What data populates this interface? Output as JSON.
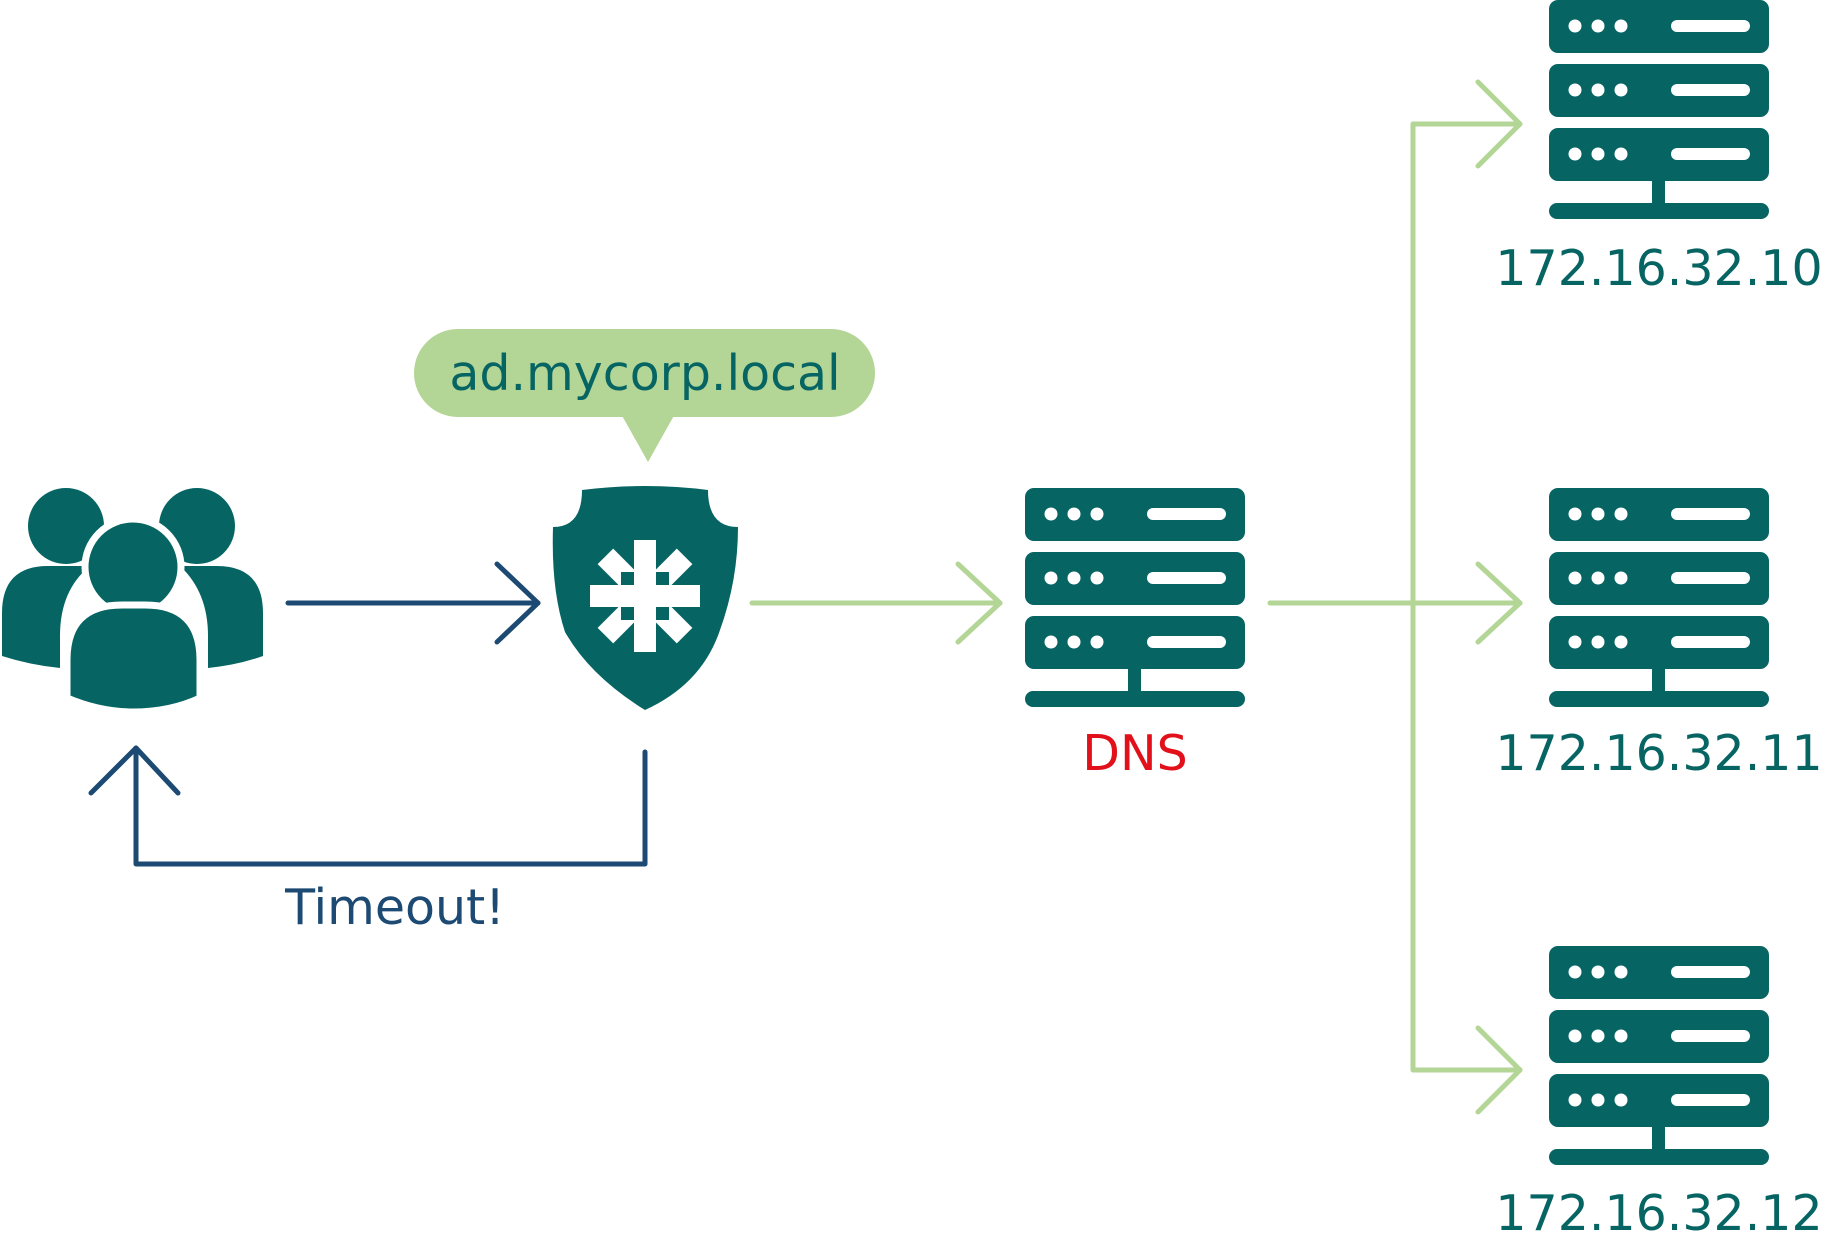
{
  "diagram": {
    "bubble_label": "ad.mycorp.local",
    "dns_label": "DNS",
    "timeout_label": "Timeout!",
    "servers": [
      {
        "ip": "172.16.32.10"
      },
      {
        "ip": "172.16.32.11"
      },
      {
        "ip": "172.16.32.12"
      }
    ]
  },
  "icons": {
    "users": "users-group-icon",
    "firewall": "shield-asterisk-icon",
    "dns_server": "server-rack-icon",
    "target_server": "server-rack-icon"
  },
  "colors": {
    "icon": "#066563",
    "green_arrow": "#b3d595",
    "blue_arrow": "#1c4a73",
    "dns_text": "#e2101b",
    "ip_text": "#066563"
  }
}
